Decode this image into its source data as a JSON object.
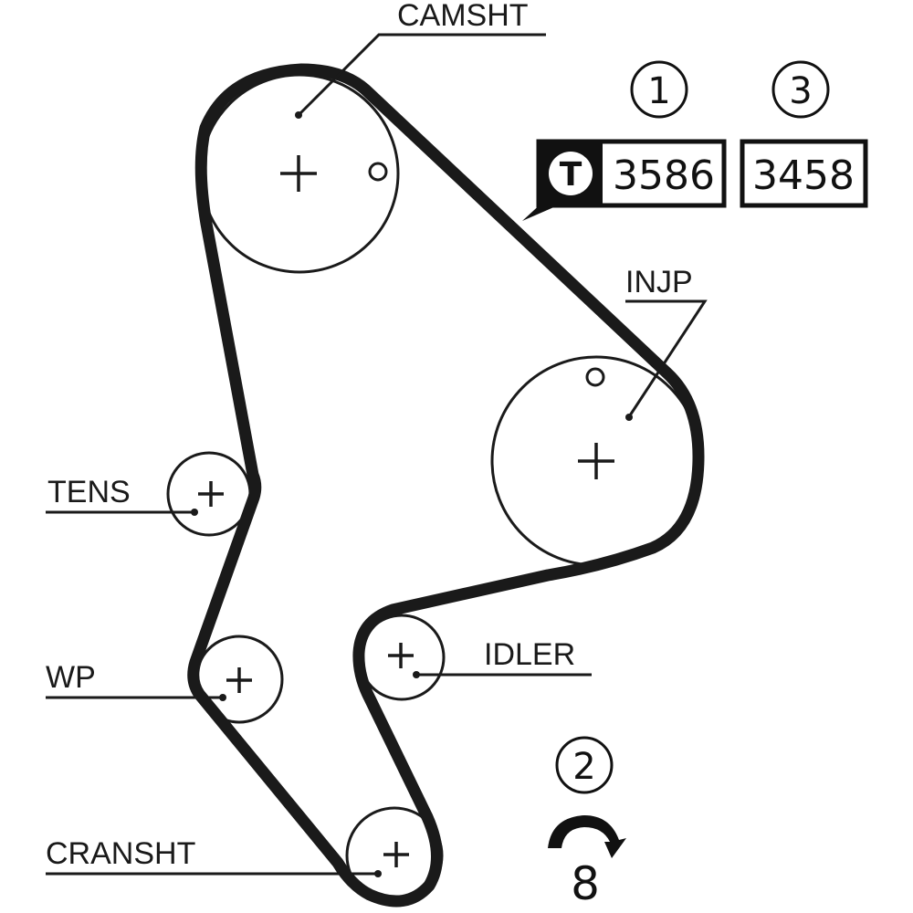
{
  "diagram": {
    "title": "Timing belt routing",
    "colors": {
      "line": "#1a1a1a",
      "belt": "#1a1a1a",
      "background": "#ffffff"
    }
  },
  "labels": {
    "camshaft": "CAMSHT",
    "injection_pump": "INJP",
    "tensioner": "TENS",
    "water_pump": "WP",
    "idler": "IDLER",
    "crankshaft": "CRANSHT"
  },
  "badges": {
    "step1": "1",
    "step2": "2",
    "step3": "3",
    "tool_letter": "T",
    "part_number_1": "3586",
    "part_number_3": "3458",
    "rotation_count": "8"
  },
  "icons": {
    "tool": "tool-t-icon",
    "rotation": "clockwise-arrow-icon"
  }
}
